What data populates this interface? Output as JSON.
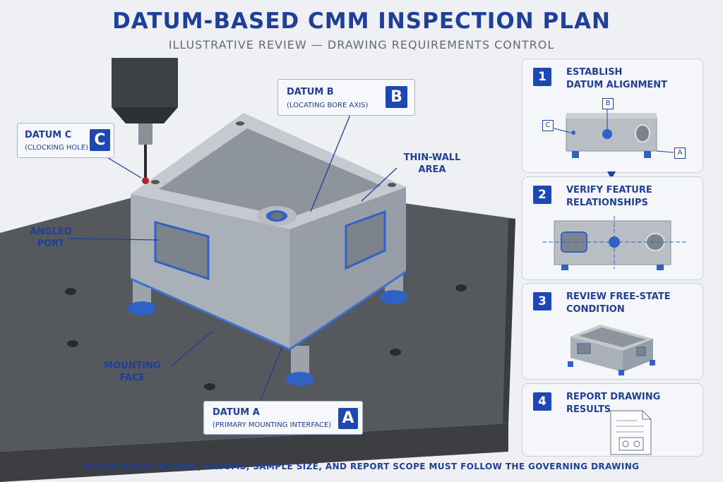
{
  "title": "DATUM-BASED CMM INSPECTION PLAN",
  "subtitle": "ILLUSTRATIVE REVIEW — DRAWING REQUIREMENTS CONTROL",
  "callouts": {
    "datum_b": {
      "title": "DATUM B",
      "sub": "(LOCATING BORE AXIS)",
      "badge": "B"
    },
    "datum_c": {
      "title": "DATUM C",
      "sub": "(CLOCKING HOLE)",
      "badge": "C"
    },
    "datum_a": {
      "title": "DATUM A",
      "sub": "(PRIMARY MOUNTING INTERFACE)",
      "badge": "A"
    }
  },
  "labels": {
    "thin_wall": [
      "THIN-WALL",
      "AREA"
    ],
    "angled_port": [
      "ANGLED",
      "PORT"
    ],
    "mounting_face": "MOUNTING FACE"
  },
  "steps": [
    {
      "num": "1",
      "lines": [
        "ESTABLISH",
        "DATUM ALIGNMENT"
      ],
      "mini_labels": {
        "c": "C",
        "b": "B",
        "a": "A"
      }
    },
    {
      "num": "2",
      "lines": [
        "VERIFY FEATURE",
        "RELATIONSHIPS"
      ]
    },
    {
      "num": "3",
      "lines": [
        "REVIEW FREE-STATE",
        "CONDITION"
      ]
    },
    {
      "num": "4",
      "lines": [
        "REPORT DRAWING",
        "RESULTS"
      ]
    }
  ],
  "footer": "ACCEPTANCE CRITERIA, DATUMS, SAMPLE SIZE, AND REPORT SCOPE MUST FOLLOW THE GOVERNING DRAWING",
  "colors": {
    "accent": "#1d48b3",
    "text_blue": "#1f3f99",
    "granite": "#4a4c50",
    "metal": "#b9bec5"
  }
}
